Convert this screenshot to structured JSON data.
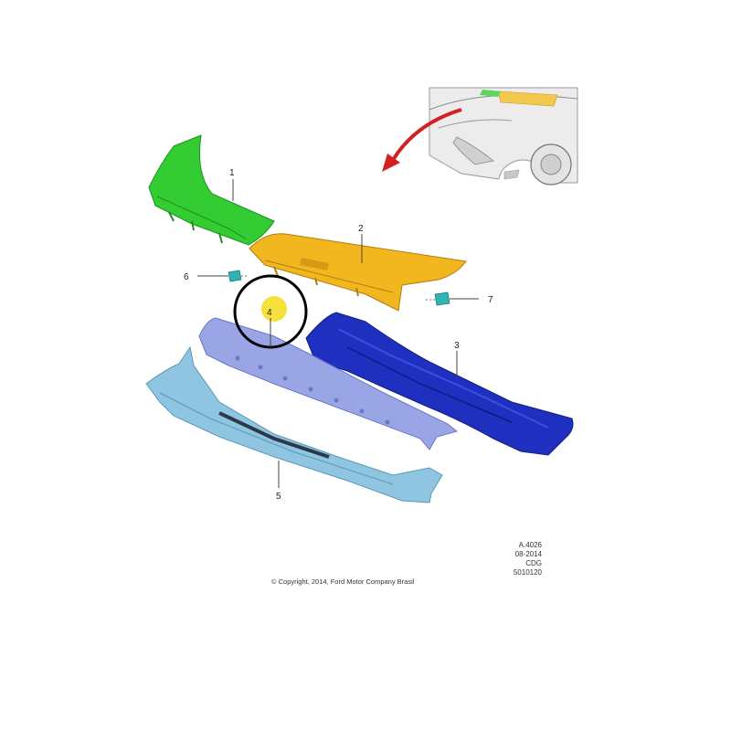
{
  "callouts": [
    {
      "id": "1",
      "label": "1"
    },
    {
      "id": "2",
      "label": "2"
    },
    {
      "id": "3",
      "label": "3"
    },
    {
      "id": "4",
      "label": "4"
    },
    {
      "id": "5",
      "label": "5"
    },
    {
      "id": "6",
      "label": "6"
    },
    {
      "id": "7",
      "label": "7"
    }
  ],
  "meta": {
    "ref": "A.4026",
    "date": "08-2014",
    "code": "CDG",
    "number": "5010120"
  },
  "copyright": "© Copyright, 2014, Ford Motor Company Brasil",
  "colors": {
    "part1": "#33cc33",
    "part2": "#f2b71f",
    "part3": "#1f2fbf",
    "part4": "#9aa5e6",
    "part5": "#8fc5e0",
    "clips": "#2fb3b3",
    "arrow": "#d42020",
    "highlight_circle": "#000000",
    "highlight_dot": "#f5e13a"
  }
}
